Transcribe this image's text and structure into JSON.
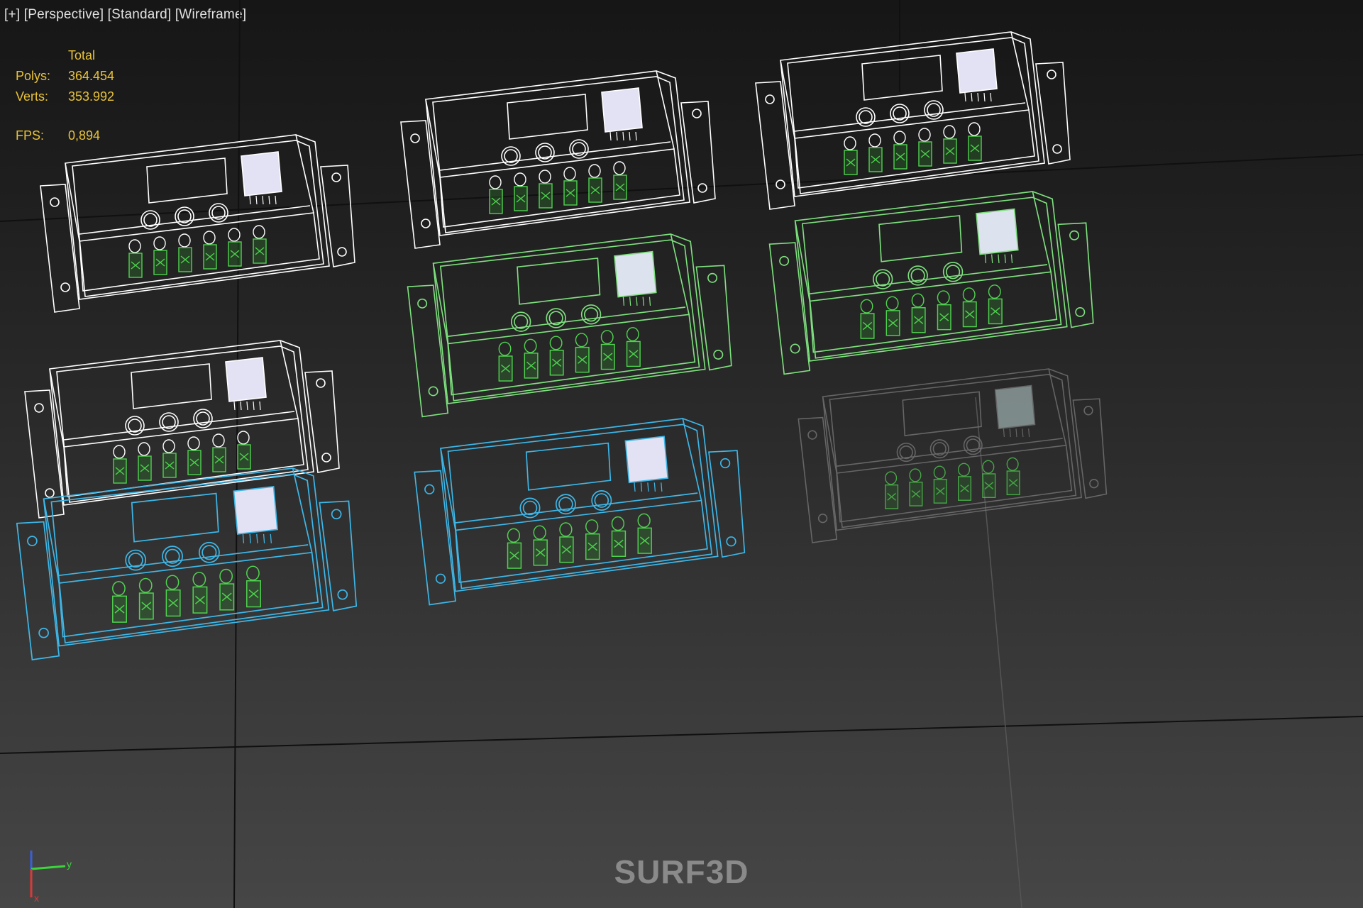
{
  "viewport": {
    "labels": [
      "[+]",
      "[Perspective]",
      "[Standard]",
      "[Wireframe]"
    ]
  },
  "stats": {
    "header": "Total",
    "polys_label": "Polys:",
    "polys_value": "364.454",
    "verts_label": "Verts:",
    "verts_value": "353.992",
    "fps_label": "FPS:",
    "fps_value": "0,894"
  },
  "watermark": "SURF3D",
  "axes": {
    "y": "y",
    "x": "x"
  },
  "colors": {
    "white_wire": "#ffffff",
    "green_wire": "#7ee07e",
    "blue_wire": "#3fb6e6",
    "gray_wire": "#7a7a7a",
    "terminal_green": "#4fd24f",
    "stats_text": "#e8c23a"
  },
  "controllers": [
    {
      "name": "controller-white-1",
      "color": "white"
    },
    {
      "name": "controller-white-2",
      "color": "white"
    },
    {
      "name": "controller-white-3",
      "color": "white"
    },
    {
      "name": "controller-white-4",
      "color": "white"
    },
    {
      "name": "controller-green-1",
      "color": "green"
    },
    {
      "name": "controller-green-2",
      "color": "green"
    },
    {
      "name": "controller-blue-1",
      "color": "blue"
    },
    {
      "name": "controller-blue-2",
      "color": "blue"
    },
    {
      "name": "controller-gray-1",
      "color": "gray"
    }
  ]
}
